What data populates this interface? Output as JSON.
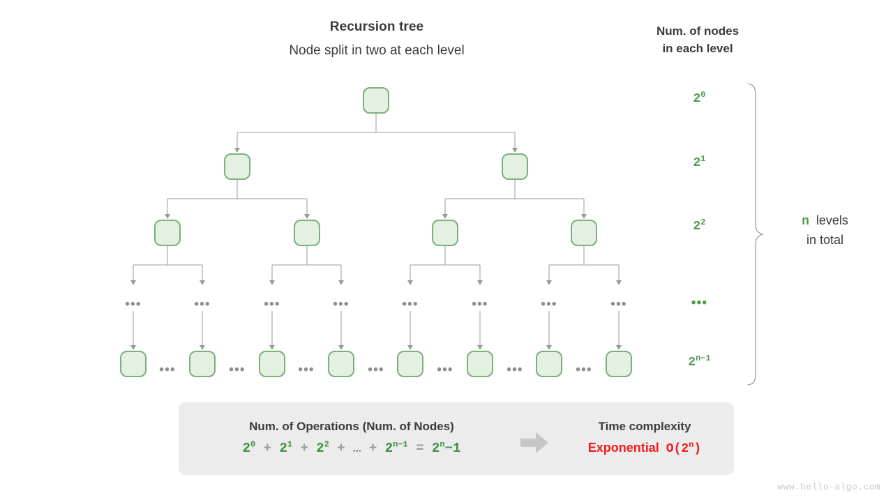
{
  "header": {
    "title": "Recursion tree",
    "subtitle": "Node split in two at each level",
    "column_heading_line1": "Num. of nodes",
    "column_heading_line2": "in each level"
  },
  "level_labels": [
    {
      "base": "2",
      "exp": "0"
    },
    {
      "base": "2",
      "exp": "1"
    },
    {
      "base": "2",
      "exp": "2"
    },
    {
      "base": "…",
      "exp": ""
    },
    {
      "base": "2",
      "exp": "n−1"
    }
  ],
  "level_ellipsis": "•••",
  "brace_note": {
    "variable": "n",
    "text_line1": "levels",
    "text_line2": "in total"
  },
  "tree": {
    "node_ellipsis": "•••",
    "levels": [
      {
        "name": "level-0",
        "node_count": 1
      },
      {
        "name": "level-1",
        "node_count": 2
      },
      {
        "name": "level-2",
        "node_count": 4
      },
      {
        "name": "level-3-ellipsis",
        "node_count": 8
      },
      {
        "name": "level-4",
        "node_count": 8
      }
    ]
  },
  "summary": {
    "operations_caption": "Num. of Operations (Num. of Nodes)",
    "formula": {
      "t1": {
        "base": "2",
        "exp": "0"
      },
      "op1": "+",
      "t2": {
        "base": "2",
        "exp": "1"
      },
      "op2": "+",
      "t3": {
        "base": "2",
        "exp": "2"
      },
      "op3": "+",
      "t4": "…",
      "op4": "+",
      "t5": {
        "base": "2",
        "exp": "n−1"
      },
      "eq": "=",
      "t6": {
        "base": "2",
        "exp": "n"
      },
      "tail": "−1"
    },
    "complexity_caption": "Time complexity",
    "complexity_word": "Exponential",
    "complexity_bigo_prefix": "O(2",
    "complexity_bigo_exp": "n",
    "complexity_bigo_suffix": ")"
  },
  "watermark": "www.hello-algo.com",
  "colors": {
    "node_fill": "#e4f0e2",
    "node_border": "#79b178",
    "green_text": "#4f9a51",
    "red_text": "#f61a1a",
    "edge_gray": "#9a9a9a",
    "panel_bg": "#ececec"
  }
}
